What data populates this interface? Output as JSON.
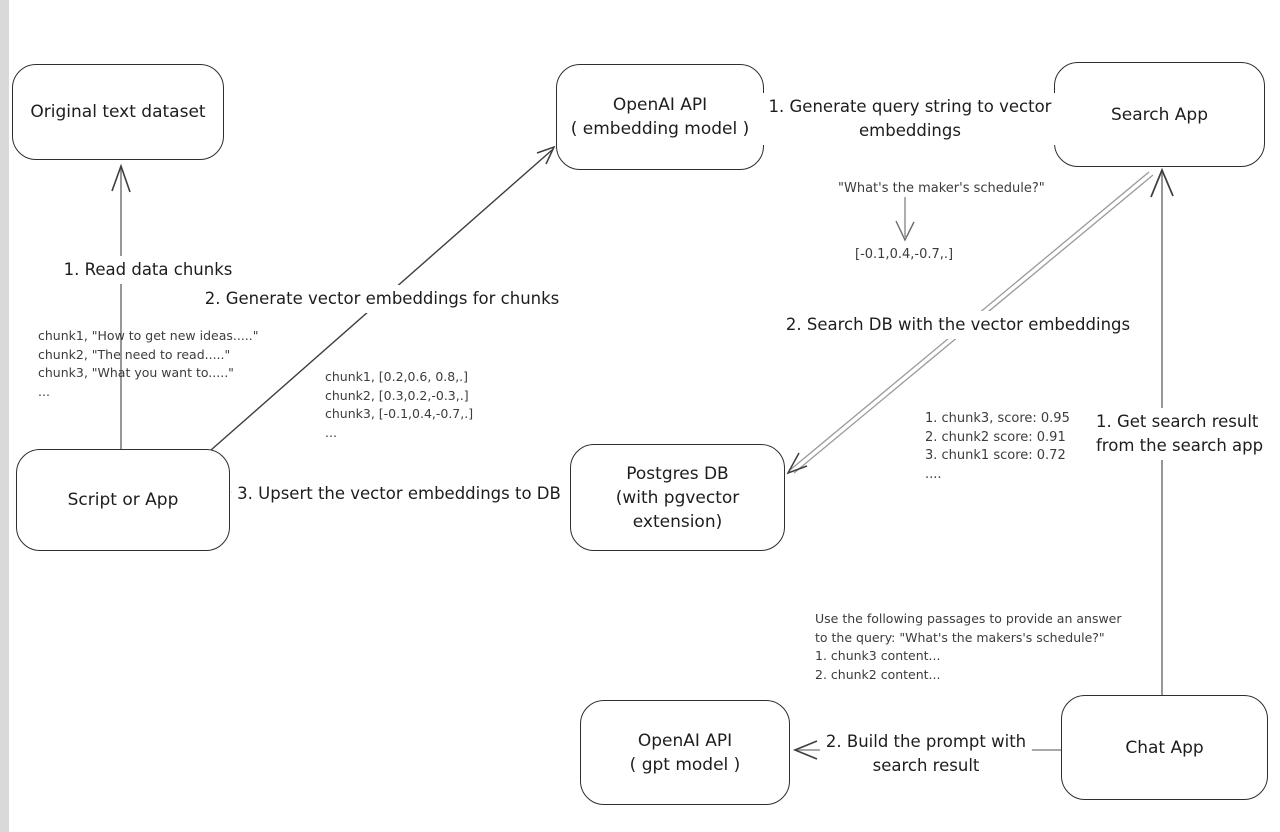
{
  "diagram_title": "Vector embedding search architecture (RAG with pgvector)",
  "colors": {
    "background": "#ffffff",
    "left_strip": "#d9d9d9",
    "box_border": "#2e2e2e",
    "line_gray": "#8b8b8b",
    "line_dark": "#3e3e3e",
    "annotation_text": "#3c3c3c"
  },
  "boxes": {
    "original_dataset": {
      "label": "Original text dataset"
    },
    "openai_embedding": {
      "line1": "OpenAI API",
      "line2": "( embedding model )"
    },
    "search_app": {
      "label": "Search App"
    },
    "script_or_app": {
      "label": "Script or App"
    },
    "postgres_db": {
      "line1": "Postgres DB",
      "line2": "(with pgvector extension)"
    },
    "openai_gpt": {
      "line1": "OpenAI API",
      "line2": "( gpt model )"
    },
    "chat_app": {
      "label": "Chat App"
    }
  },
  "edge_labels": {
    "read_chunks": "1. Read data chunks",
    "generate_embeddings": "2. Generate vector embeddings for chunks",
    "upsert_embeddings": "3. Upsert the vector embeddings  to DB",
    "generate_query_line1": "1. Generate query string to vector",
    "generate_query_line2": "embeddings",
    "search_db": "2. Search DB with the vector embeddings",
    "get_result_line1": "1. Get search result",
    "get_result_line2": "from the search app",
    "build_prompt_line1": "2. Build the prompt with",
    "build_prompt_line2": "search result"
  },
  "annotations": {
    "chunk_list": [
      "chunk1, \"How to get new ideas.....\"",
      "chunk2, \"The need to read.....\"",
      "chunk3, \"What you want to.....\"",
      "..."
    ],
    "vector_list": [
      "chunk1, [0.2,0.6, 0.8,.]",
      "chunk2, [0.3,0.2,-0.3,.]",
      "chunk3, [-0.1,0.4,-0.7,.]",
      "..."
    ],
    "query_string": "\"What's the maker's schedule?\"",
    "query_vector": "[-0.1,0.4,-0.7,.]",
    "score_list": [
      "1. chunk3, score: 0.95",
      "2. chunk2 score: 0.91",
      "3. chunk1 score: 0.72",
      "...."
    ],
    "prompt_lines": [
      "Use the following passages to provide an answer",
      "to the query: \"What's the makers's schedule?\"",
      "1. chunk3 content...",
      "2. chunk2 content..."
    ]
  }
}
